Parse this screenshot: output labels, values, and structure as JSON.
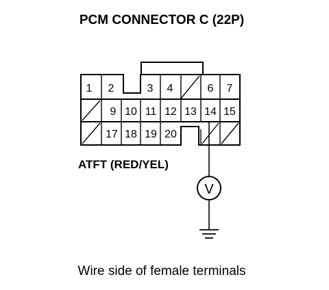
{
  "title": "PCM CONNECTOR C (22P)",
  "caption": "Wire side of female terminals",
  "wire_label": "ATFT (RED/YEL)",
  "meter_symbol": "V",
  "connector": {
    "rows": [
      [
        "1",
        "2",
        "",
        "3",
        "4",
        "",
        "6",
        "7"
      ],
      [
        "",
        "9",
        "10",
        "11",
        "12",
        "13",
        "14",
        "15"
      ],
      [
        "",
        "17",
        "18",
        "19",
        "20",
        "",
        "",
        ""
      ]
    ]
  }
}
